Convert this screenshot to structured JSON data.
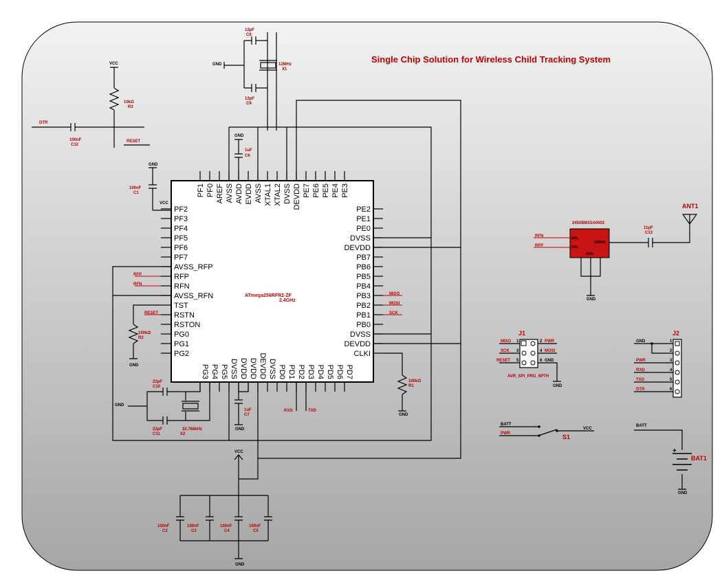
{
  "title": "Single Chip Solution for Wireless Child Tracking System",
  "colors": {
    "accent": "#c00000",
    "ic_fill": "#c81414",
    "bg_top": "#f2f2f2",
    "bg_bottom": "#a8a8a8"
  },
  "mcu": {
    "name": "ATmega256RFR2-ZF",
    "sub": "2.4GHz",
    "top_pins": [
      "PF1",
      "PF0",
      "AREF",
      "AVSS",
      "AVDD",
      "EVDD",
      "AVSS",
      "XTAL1",
      "XTAL2",
      "DVSS",
      "DEVDD",
      "PE7",
      "PE6",
      "PE5",
      "PE4",
      "PE3"
    ],
    "left_pins": [
      "PF2",
      "PF3",
      "PF4",
      "PF5",
      "PF6",
      "PF7",
      "AVSS_RFP",
      "RFP",
      "RFN",
      "AVSS_RFN",
      "TST",
      "RSTN",
      "RSTON",
      "PG0",
      "PG1",
      "PG2"
    ],
    "right_pins": [
      "PE2",
      "PE1",
      "PE0",
      "DVSS",
      "DEVDD",
      "PB7",
      "PB6",
      "PB5",
      "PB4",
      "PB3",
      "PB2",
      "PB1",
      "PB0",
      "DVSS",
      "DEVDD",
      "CLKI"
    ],
    "bottom_pins": [
      "PG3",
      "PG4",
      "PG5",
      "DVSS",
      "DVDD",
      "DVDD",
      "DEVDD",
      "DVSS",
      "PD0",
      "PD1",
      "PD2",
      "PD3",
      "PD4",
      "PD5",
      "PD6",
      "PD7"
    ]
  },
  "nets": {
    "vcc": "VCC",
    "gnd": "GND",
    "dtr": "DTR",
    "reset": "RESET",
    "rfp": "RFP",
    "rfn": "RFN",
    "miso": "MISO",
    "mosi": "MOSI",
    "sck": "SCK",
    "rxd": "RXD",
    "txd": "TXD",
    "batt": "BATT",
    "pwr": "PWR"
  },
  "parts": {
    "c8": {
      "ref": "C8",
      "value": "12pF"
    },
    "c9": {
      "ref": "C9",
      "value": "12pF"
    },
    "x1": {
      "ref": "X1",
      "value": "12MHz"
    },
    "c6": {
      "ref": "C6",
      "value": "1uF"
    },
    "r3": {
      "ref": "R3",
      "value": "10kΩ"
    },
    "c12": {
      "ref": "C12",
      "value": "100nF"
    },
    "c1": {
      "ref": "C1",
      "value": "100nF"
    },
    "r2": {
      "ref": "R2",
      "value": "100kΩ"
    },
    "c10": {
      "ref": "C10",
      "value": "22pF"
    },
    "c11": {
      "ref": "C11",
      "value": "22pF"
    },
    "x2": {
      "ref": "X2",
      "value": "32.768kHz"
    },
    "c7": {
      "ref": "C7",
      "value": "1uF"
    },
    "r1": {
      "ref": "R1",
      "value": "100kΩ"
    },
    "c2": {
      "ref": "C2",
      "value": "100nF"
    },
    "c3": {
      "ref": "C3",
      "value": "100nF"
    },
    "c4": {
      "ref": "C4",
      "value": "100nF"
    },
    "c5": {
      "ref": "C5",
      "value": "100nF"
    },
    "c13": {
      "ref": "C13",
      "value": "11pF"
    },
    "balun": {
      "ref": "2450BM15A0002",
      "pin_bal": "BAL",
      "pin_unbal": "UNBAL",
      "pin_gnd": "GND"
    },
    "ant1": {
      "ref": "ANT1"
    },
    "j1": {
      "ref": "J1",
      "name": "AVR_SPI_PRG_6PTH",
      "pins_left": [
        "1",
        "3",
        "5"
      ],
      "pins_right": [
        "2",
        "4",
        "6"
      ]
    },
    "j2": {
      "ref": "J2",
      "pins": [
        "1",
        "2",
        "3",
        "4",
        "5",
        "6"
      ]
    },
    "s1": {
      "ref": "S1"
    },
    "bat1": {
      "ref": "BAT1",
      "plus": "+"
    }
  }
}
